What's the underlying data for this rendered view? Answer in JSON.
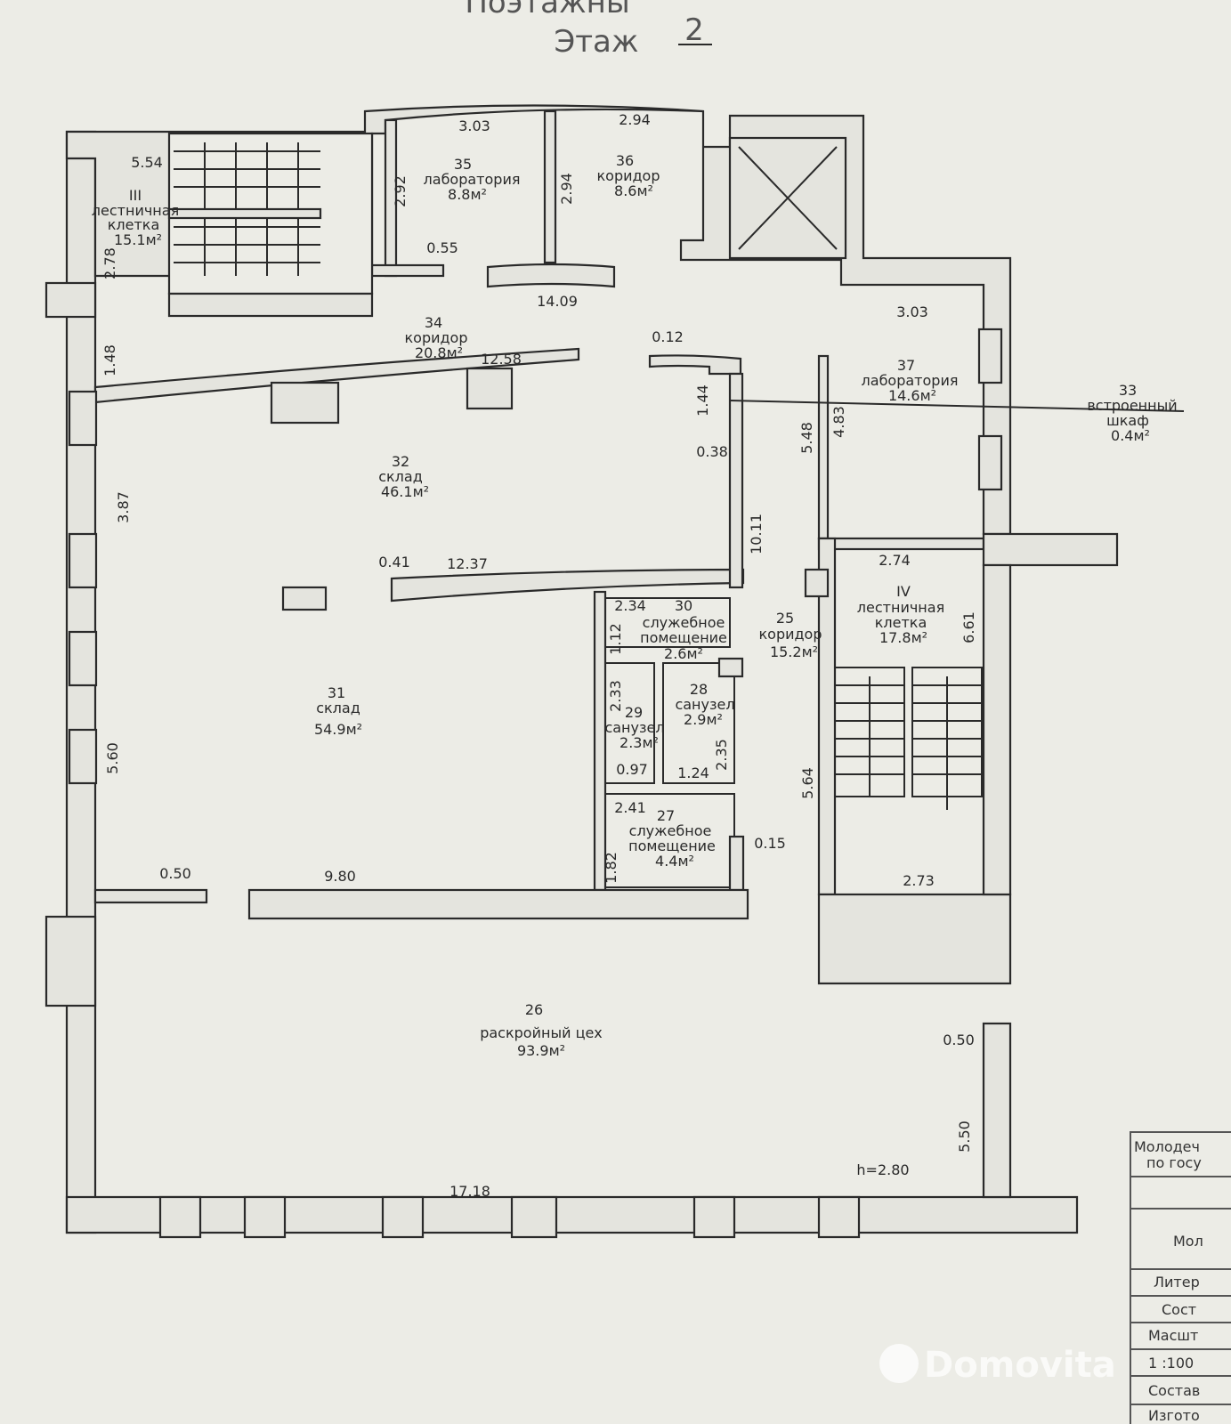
{
  "header": {
    "title_partial": "Поэтажны",
    "floor_label": "Этаж",
    "floor_number": "2"
  },
  "rooms": {
    "r35": {
      "num": "35",
      "name": "лаборатория",
      "area": "8.8м²"
    },
    "r36": {
      "num": "36",
      "name": "коридор",
      "area": "8.6м²"
    },
    "rIII": {
      "num": "III",
      "name1": "лестничная",
      "name2": "клетка",
      "area": "15.1м²"
    },
    "r34": {
      "num": "34",
      "name": "коридор",
      "area": "20.8м²"
    },
    "r37": {
      "num": "37",
      "name": "лаборатория",
      "area": "14.6м²"
    },
    "r33": {
      "num": "33",
      "name1": "встроенный",
      "name2": "шкаф",
      "area": "0.4м²"
    },
    "r32": {
      "num": "32",
      "name": "склад",
      "area": "46.1м²"
    },
    "r31": {
      "num": "31",
      "name": "склад",
      "area": "54.9м²"
    },
    "r30": {
      "num": "30",
      "name1": "служебное",
      "name2": "помещение",
      "area": "2.6м²"
    },
    "r25": {
      "num": "25",
      "name": "коридор",
      "area": "15.2м²"
    },
    "rIV": {
      "num": "IV",
      "name1": "лестничная",
      "name2": "клетка",
      "area": "17.8м²"
    },
    "r28": {
      "num": "28",
      "name": "санузел",
      "area": "2.9м²"
    },
    "r29": {
      "num": "29",
      "name": "санузел",
      "area": "2.3м²"
    },
    "r27": {
      "num": "27",
      "name1": "служебное",
      "name2": "помещение",
      "area": "4.4м²"
    },
    "r26": {
      "num": "26",
      "name": "раскройный цех",
      "area": "93.9м²"
    }
  },
  "height_note": "h=2.80",
  "dimensions": [
    "3.03",
    "2.94",
    "5.54",
    "2.92",
    "2.94",
    "0.55",
    "2.78",
    "14.09",
    "3.03",
    "1.48",
    "12.58",
    "0.12",
    "1.44",
    "0.38",
    "5.48",
    "4.83",
    "3.87",
    "10.11",
    "0.41",
    "12.37",
    "2.74",
    "6.61",
    "2.34",
    "1.12",
    "2.33",
    "0.97",
    "1.24",
    "2.35",
    "5.64",
    "2.41",
    "1.82",
    "0.15",
    "0.50",
    "9.80",
    "2.73",
    "5.60",
    "0.50",
    "5.50",
    "17.18"
  ],
  "stamp": {
    "rows": [
      "Молодеч",
      "по госу",
      "",
      "Мол",
      "Литер",
      "Сост",
      "Масшт",
      "1 :100",
      "Состав",
      "Изгото"
    ]
  },
  "watermark": "Domovita"
}
